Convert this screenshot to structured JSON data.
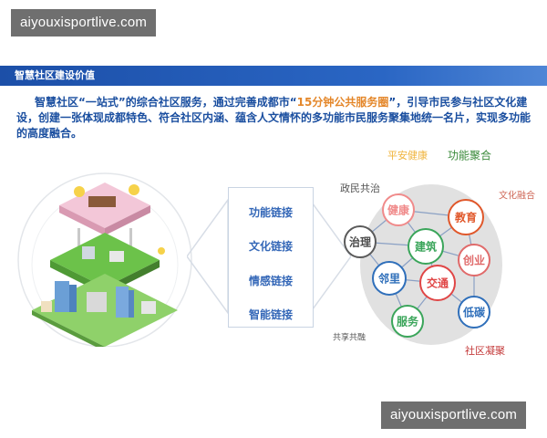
{
  "watermark": {
    "text": "aiyouxisportlive.com"
  },
  "header": {
    "title": "智慧社区建设价值"
  },
  "intro": {
    "part1": "智慧社区“一站式”的综合社区服务，通过完善成都市“",
    "highlight": "15分钟公共服务圈",
    "part2": "”，引导市民参与社区文化建设，创建一张体现成都特色、符合社区内涵、蕴含人文情怀的多功能市民服务聚集地统一名片，实现多功能的高度融合。"
  },
  "links": [
    "功能链接",
    "文化链接",
    "情感链接",
    "智能链接"
  ],
  "network": {
    "nodes": [
      {
        "id": "zhili",
        "label": "治理",
        "color": "#4a4a4a"
      },
      {
        "id": "jiankang",
        "label": "健康",
        "color": "#f08a8a"
      },
      {
        "id": "jiaoyu",
        "label": "教育",
        "color": "#e0572a"
      },
      {
        "id": "jianzhu",
        "label": "建筑",
        "color": "#3aa55a"
      },
      {
        "id": "chuangye",
        "label": "创业",
        "color": "#e06a6a"
      },
      {
        "id": "linli",
        "label": "邻里",
        "color": "#2f6fba"
      },
      {
        "id": "jiaotong",
        "label": "交通",
        "color": "#e04646"
      },
      {
        "id": "fuwu",
        "label": "服务",
        "color": "#3aa55a"
      },
      {
        "id": "ditan",
        "label": "低碳",
        "color": "#2f6fba"
      }
    ],
    "outer_labels": [
      {
        "text": "平安健康",
        "color": "#f0b43c"
      },
      {
        "text": "功能聚合",
        "color": "#3a8a3a"
      },
      {
        "text": "政民共治",
        "color": "#555555"
      },
      {
        "text": "文化融合",
        "color": "#d06a5a"
      },
      {
        "text": "共享共融",
        "color": "#555555"
      },
      {
        "text": "社区凝聚",
        "color": "#c43a3a"
      }
    ]
  }
}
